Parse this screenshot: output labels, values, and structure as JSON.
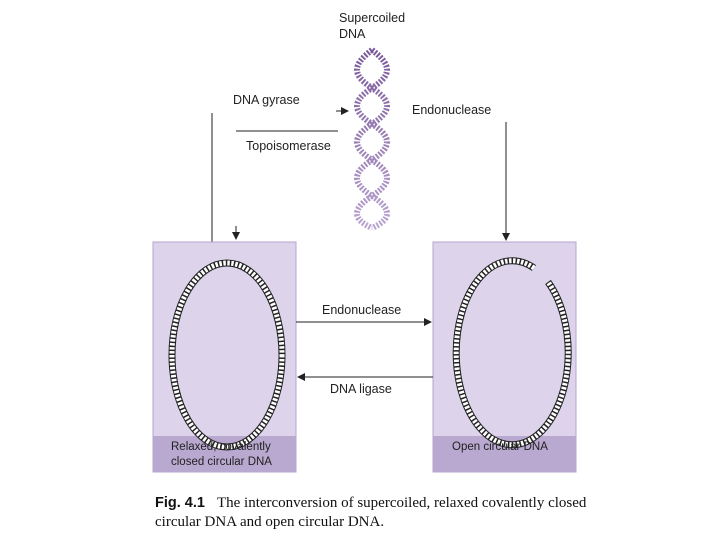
{
  "diagram": {
    "supercoiled_label": [
      "Supercoiled",
      "DNA"
    ],
    "gyrase_label": "DNA gyrase",
    "topo_label": "Topoisomerase",
    "endonuclease_top_label": "Endonuclease",
    "endonuclease_mid_label": "Endonuclease",
    "ligase_label": "DNA ligase",
    "relaxed_box_label": [
      "Relaxed, covalently",
      "closed circular DNA"
    ],
    "open_box_label": "Open circular DNA"
  },
  "caption": {
    "fig_num": "Fig. 4.1",
    "text": "The interconversion of supercoiled, relaxed covalently closed circular DNA and open circular DNA."
  },
  "colors": {
    "panel_fill": "#ddd3ea",
    "panel_border": "#b8a4cf",
    "label_band": "#b9a8cf",
    "supercoil_dark": "#7a5a9a",
    "supercoil_light": "#b9a3d1",
    "ring_stroke": "#222222"
  }
}
